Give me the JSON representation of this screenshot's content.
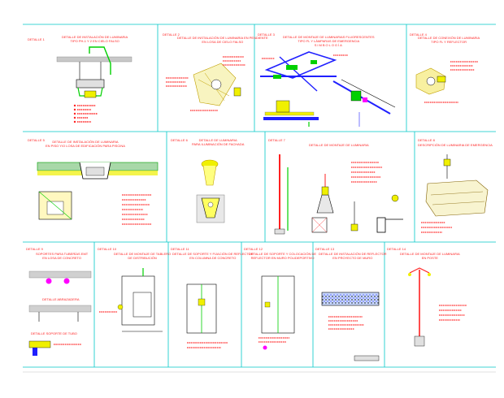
{
  "details": [
    {
      "id": "d1",
      "label": "DETALLE 1",
      "title": [
        "DETALLE DE INSTALACIÓN DE LUMINARIA",
        "TIPO PH-1 Y 2 EN CIELO FALSO"
      ]
    },
    {
      "id": "d2",
      "label": "DETALLE 2",
      "title": [
        "DETALLE DE INSTALACIÓN DE LUMINARIA EN PENDIENTE",
        "EN LOSA DE CIELO FALSO"
      ]
    },
    {
      "id": "d3",
      "label": "DETALLE 3",
      "title": [
        "DETALLE DE MONTAJE DE LUMINARIAS FLUORESCENTES",
        "TIPO FL Y LÁMPARAS DE EMERGENCIA"
      ],
      "subtitle": "SIMBOLOGÍA"
    },
    {
      "id": "d4",
      "label": "DETALLE 4",
      "title": [
        "DETALLE DE CONEXIÓN DE LUMINARIA",
        "TIPO FL Y REFLECTOR"
      ]
    },
    {
      "id": "d5",
      "label": "DETALLE 5",
      "title": [
        "DETALLE DE INSTALACIÓN DE LUMINARIA",
        "EN PISO Y/O LOSA DE EDIFICACIÓN PARA PISCINA"
      ]
    },
    {
      "id": "d6",
      "label": "DETALLE 6",
      "title": [
        "DETALLE DE LUMINARIA",
        "PARA ILUMINACIÓN DE FACHADA"
      ]
    },
    {
      "id": "d7",
      "label": "DETALLE 7",
      "title": [
        "DETALLE DE MONTAJE DE LUMINARIA"
      ]
    },
    {
      "id": "d8",
      "label": "DETALLE 8",
      "title": [
        "DESCRIPCIÓN DE LUMINARIA DE EMERGENCIA"
      ]
    },
    {
      "id": "d9",
      "label": "DETALLE 9",
      "title": [
        "SOPORTES PARA TUBERÍAS EMT",
        "EN LOSA DE CONCRETO"
      ]
    },
    {
      "id": "d10",
      "label": "DETALLE 10",
      "title": [
        "DETALLE DE MONTAJE DE TABLERO",
        "DE DISTRIBUCIÓN"
      ]
    },
    {
      "id": "d11",
      "label": "DETALLE 11",
      "title": [
        "DETALLE DE SOPORTE Y FIJACIÓN DE REFLECTOR",
        "EN COLUMNA DE CONCRETO"
      ]
    },
    {
      "id": "d12",
      "label": "DETALLE 12",
      "title": [
        "DETALLE DE SOPORTE Y COLOCACIÓN DE",
        "REFLECTOR EN MURO POLIDEPORTIVO"
      ]
    },
    {
      "id": "d13",
      "label": "DETALLE 13",
      "title": [
        "DETALLE DE INSTALACIÓN DE REFLECTOR",
        "EN PROYECTO DE MURO"
      ]
    },
    {
      "id": "d14",
      "label": "DETALLE 14",
      "title": [
        "DETALLE DE MONTAJE DE LUMINARIA",
        "EN POSTE"
      ]
    }
  ],
  "notes": {
    "d9_mid": "DETALLE ABRAZADERA",
    "d9_bottom": "DETALLE SOPORTE DE TUBO"
  },
  "colors": {
    "frame": "#00c8c8",
    "text": "#ff2020",
    "green": "#00d000",
    "yellow": "#f0f000",
    "blue": "#2020ff",
    "magenta": "#ff00ff",
    "gray": "#909090",
    "black": "#000000"
  }
}
